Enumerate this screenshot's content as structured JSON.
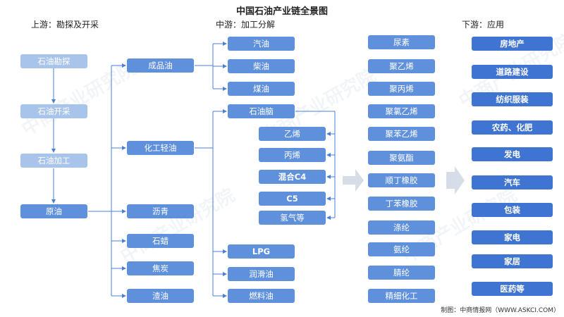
{
  "title": "中国石油产业链全景图",
  "sections": {
    "upstream": "上游：勘探及开采",
    "midstream": "中游：加工分解",
    "downstream": "下游：应用"
  },
  "upstream": [
    "石油勘探",
    "石油开采",
    "石油加工",
    "原油"
  ],
  "refined": [
    "成品油",
    "化工轻油",
    "沥青",
    "石蜡",
    "焦炭",
    "渣油"
  ],
  "fuels": [
    "汽油",
    "柴油",
    "煤油",
    "石油脑"
  ],
  "naphtha_products": [
    "乙烯",
    "丙烯",
    "混合C4",
    "C5",
    "氢气等"
  ],
  "others": [
    "LPG",
    "润滑油",
    "燃料油"
  ],
  "chemicals": [
    "尿素",
    "聚乙烯",
    "聚丙烯",
    "聚氯乙烯",
    "聚苯乙烯",
    "聚氨酯",
    "顺丁橡胶",
    "丁苯橡胶",
    "涤纶",
    "氨纶",
    "腈纶",
    "精细化工"
  ],
  "applications": [
    "房地产",
    "道路建设",
    "纺织服装",
    "农药、化肥",
    "发电",
    "汽车",
    "包装",
    "家电",
    "家居",
    "医药等"
  ],
  "watermark": "中商产业研究院",
  "credit": "制图：中商情报网（WWW.ASKCI.COM）",
  "colors": {
    "light": "#a9c4ea",
    "mid": "#5f90dc",
    "dark": "#3f74d2",
    "line": "#4a7fd6"
  }
}
